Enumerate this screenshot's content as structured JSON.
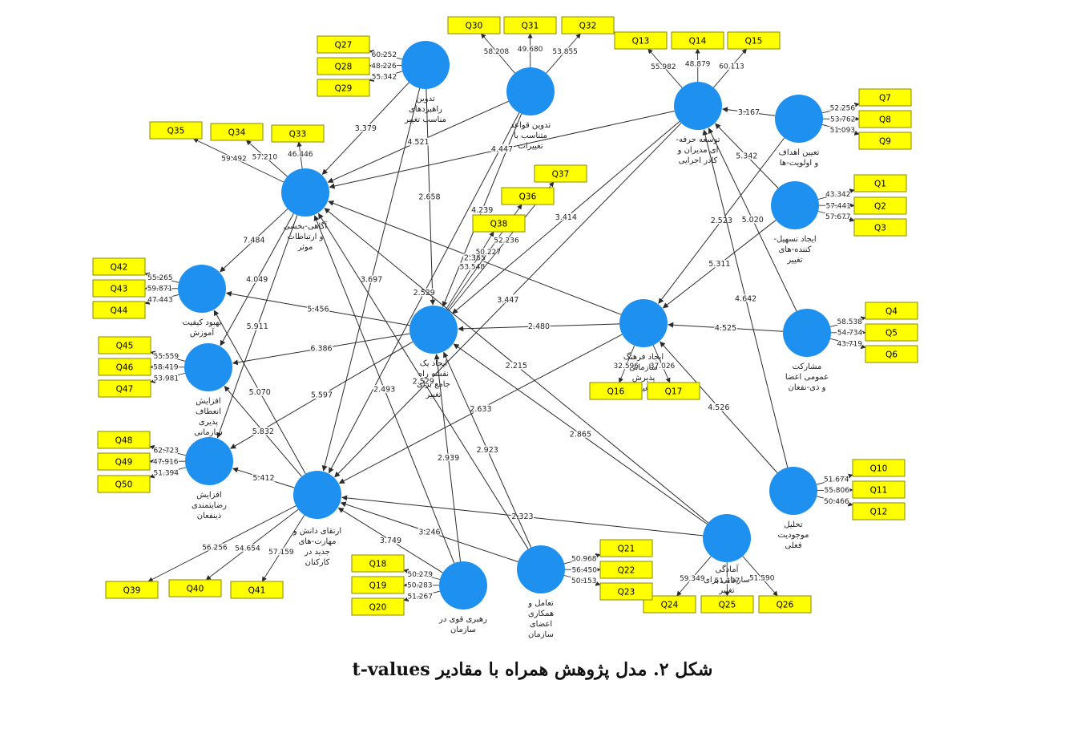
{
  "caption": {
    "text": "شکل ۲. مدل پژوهش همراه با مقادیر",
    "suffix": "t-values"
  },
  "colors": {
    "node": "#1e90f0",
    "indicator_fill": "#ffff00",
    "indicator_border": "#8a8a00",
    "edge": "#2b2b2b"
  },
  "constructs": [
    {
      "id": "C1",
      "label": [
        "تدوین",
        "راهبردهای",
        "مناسب تغییر"
      ]
    },
    {
      "id": "C2",
      "label": [
        "تدوین قواعد",
        "متناسب با",
        "تغییرات"
      ]
    },
    {
      "id": "C3",
      "label": [
        "توسعه حرفه-",
        "ای مدیران و",
        "کادر اجرایی"
      ]
    },
    {
      "id": "C4",
      "label": [
        "تعیین اهداف",
        "و اولویت-ها"
      ]
    },
    {
      "id": "C5",
      "label": [
        "ایجاد تسهیل-",
        "کننده-های",
        "تغییر"
      ]
    },
    {
      "id": "C6",
      "label": [
        "آگاهی-بخشی",
        "و ارتباطات",
        "موثر"
      ]
    },
    {
      "id": "C7",
      "label": [
        "بهبود کیفیت",
        "آموزش"
      ]
    },
    {
      "id": "C8",
      "label": [
        "افزایش",
        "انعطاف",
        "پذیری",
        "سازمانی"
      ]
    },
    {
      "id": "C9",
      "label": [
        "افزایش",
        "رضایتمندی",
        "ذینفعان"
      ]
    },
    {
      "id": "C10",
      "label": [
        "ایجاد یک",
        "نقشه راه",
        "جامع برای",
        "تغییر"
      ]
    },
    {
      "id": "C11",
      "label": [
        "ایجاد فرهنگ",
        "سازمانی",
        "پذیرش",
        "تغییر"
      ]
    },
    {
      "id": "C12",
      "label": [
        "مشارکت",
        "عمومی اعضا",
        "و ذی-نفعان"
      ]
    },
    {
      "id": "C13",
      "label": [
        "تحلیل",
        "موجودیت",
        "فعلی"
      ]
    },
    {
      "id": "C14",
      "label": [
        "آمادگی",
        "سازمانی برای",
        "تغییر"
      ]
    },
    {
      "id": "C15",
      "label": [
        "ارتقای دانش و",
        "مهارت-های",
        "جدید در",
        "کارکنان"
      ]
    },
    {
      "id": "C16",
      "label": [
        "تعامل و",
        "همکاری",
        "اعضای",
        "سازمان"
      ]
    },
    {
      "id": "C17",
      "label": [
        "رهبری قوی در",
        "سازمان"
      ]
    }
  ],
  "indicators": [
    {
      "from": "C1",
      "label": "Q27",
      "t": "60.252"
    },
    {
      "from": "C1",
      "label": "Q28",
      "t": "48.226"
    },
    {
      "from": "C1",
      "label": "Q29",
      "t": "55.342"
    },
    {
      "from": "C2",
      "label": "Q30",
      "t": "58.208"
    },
    {
      "from": "C2",
      "label": "Q31",
      "t": "49.680"
    },
    {
      "from": "C2",
      "label": "Q32",
      "t": "53.855"
    },
    {
      "from": "C3",
      "label": "Q13",
      "t": "55.982"
    },
    {
      "from": "C3",
      "label": "Q14",
      "t": "48.879"
    },
    {
      "from": "C3",
      "label": "Q15",
      "t": "60.113"
    },
    {
      "from": "C4",
      "label": "Q7",
      "t": "52.256"
    },
    {
      "from": "C4",
      "label": "Q8",
      "t": "53.762"
    },
    {
      "from": "C4",
      "label": "Q9",
      "t": "51.093"
    },
    {
      "from": "C5",
      "label": "Q1",
      "t": "43.342"
    },
    {
      "from": "C5",
      "label": "Q2",
      "t": "57.441"
    },
    {
      "from": "C5",
      "label": "Q3",
      "t": "57.677"
    },
    {
      "from": "C6",
      "label": "Q35",
      "t": "59.492"
    },
    {
      "from": "C6",
      "label": "Q34",
      "t": "57.210"
    },
    {
      "from": "C6",
      "label": "Q33",
      "t": "46.446"
    },
    {
      "from": "C7",
      "label": "Q42",
      "t": "55.265"
    },
    {
      "from": "C7",
      "label": "Q43",
      "t": "59.871"
    },
    {
      "from": "C7",
      "label": "Q44",
      "t": "47.443"
    },
    {
      "from": "C8",
      "label": "Q45",
      "t": "55.559"
    },
    {
      "from": "C8",
      "label": "Q46",
      "t": "58.419"
    },
    {
      "from": "C8",
      "label": "Q47",
      "t": "53.981"
    },
    {
      "from": "C9",
      "label": "Q48",
      "t": "62.723"
    },
    {
      "from": "C9",
      "label": "Q49",
      "t": "47.916"
    },
    {
      "from": "C9",
      "label": "Q50",
      "t": "51.394"
    },
    {
      "from": "C10",
      "label": "Q38",
      "t": "53.548"
    },
    {
      "from": "C10",
      "label": "Q36",
      "t": "50.227"
    },
    {
      "from": "C10",
      "label": "Q37",
      "t": "52.236"
    },
    {
      "from": "C11",
      "label": "Q16",
      "t": "32.596"
    },
    {
      "from": "C11",
      "label": "Q17",
      "t": "37.026"
    },
    {
      "from": "C12",
      "label": "Q4",
      "t": "58.538"
    },
    {
      "from": "C12",
      "label": "Q5",
      "t": "54.734"
    },
    {
      "from": "C12",
      "label": "Q6",
      "t": "43.719"
    },
    {
      "from": "C13",
      "label": "Q10",
      "t": "51.674"
    },
    {
      "from": "C13",
      "label": "Q11",
      "t": "55.806"
    },
    {
      "from": "C13",
      "label": "Q12",
      "t": "50.466"
    },
    {
      "from": "C14",
      "label": "Q24",
      "t": "59.349"
    },
    {
      "from": "C14",
      "label": "Q25",
      "t": "51.137"
    },
    {
      "from": "C14",
      "label": "Q26",
      "t": "51.590"
    },
    {
      "from": "C15",
      "label": "Q39",
      "t": "56.256"
    },
    {
      "from": "C15",
      "label": "Q40",
      "t": "54.654"
    },
    {
      "from": "C15",
      "label": "Q41",
      "t": "57.159"
    },
    {
      "from": "C16",
      "label": "Q21",
      "t": "50.968"
    },
    {
      "from": "C16",
      "label": "Q22",
      "t": "56.450"
    },
    {
      "from": "C16",
      "label": "Q23",
      "t": "50.153"
    },
    {
      "from": "C17",
      "label": "Q18",
      "t": "50.279"
    },
    {
      "from": "C17",
      "label": "Q19",
      "t": "50.283"
    },
    {
      "from": "C17",
      "label": "Q20",
      "t": "51.267"
    }
  ],
  "paths": [
    {
      "from": "C1",
      "to": "C6",
      "t": "3.379"
    },
    {
      "from": "C1",
      "to": "C10",
      "t": "2.658"
    },
    {
      "from": "C1",
      "to": "C15",
      "t": "3.697"
    },
    {
      "from": "C2",
      "to": "C6",
      "t": "4.521"
    },
    {
      "from": "C2",
      "to": "C10",
      "t": "4.239"
    },
    {
      "from": "C2",
      "to": "C15",
      "t": "2.529"
    },
    {
      "from": "C3",
      "to": "C6",
      "t": "4.447"
    },
    {
      "from": "C3",
      "to": "C10",
      "t": "3.414"
    },
    {
      "from": "C3",
      "to": "C15",
      "t": "3.447"
    },
    {
      "from": "C4",
      "to": "C3",
      "t": "3.167"
    },
    {
      "from": "C4",
      "to": "C11",
      "t": "2.523"
    },
    {
      "from": "C5",
      "to": "C3",
      "t": "5.342"
    },
    {
      "from": "C5",
      "to": "C11",
      "t": "5.311"
    },
    {
      "from": "C12",
      "to": "C3",
      "t": "5.020"
    },
    {
      "from": "C12",
      "to": "C11",
      "t": "4.525"
    },
    {
      "from": "C13",
      "to": "C3",
      "t": "4.642"
    },
    {
      "from": "C13",
      "to": "C11",
      "t": "4.526"
    },
    {
      "from": "C11",
      "to": "C10",
      "t": "2.480"
    },
    {
      "from": "C11",
      "to": "C6",
      "t": "2.355"
    },
    {
      "from": "C11",
      "to": "C15",
      "t": "2.633"
    },
    {
      "from": "C14",
      "to": "C15",
      "t": "2.323"
    },
    {
      "from": "C14",
      "to": "C6",
      "t": "2.215"
    },
    {
      "from": "C14",
      "to": "C10",
      "t": "2.865"
    },
    {
      "from": "C16",
      "to": "C10",
      "t": "2.923"
    },
    {
      "from": "C16",
      "to": "C15",
      "t": "3.246"
    },
    {
      "from": "C16",
      "to": "C6",
      "t": "2.529"
    },
    {
      "from": "C17",
      "to": "C15",
      "t": "3.749"
    },
    {
      "from": "C17",
      "to": "C10",
      "t": "2.939"
    },
    {
      "from": "C17",
      "to": "C6",
      "t": "2.493"
    },
    {
      "from": "C6",
      "to": "C7",
      "t": "7.484"
    },
    {
      "from": "C6",
      "to": "C8",
      "t": "4.049"
    },
    {
      "from": "C6",
      "to": "C9",
      "t": "5.911"
    },
    {
      "from": "C10",
      "to": "C7",
      "t": "5.456"
    },
    {
      "from": "C10",
      "to": "C8",
      "t": "6.386"
    },
    {
      "from": "C10",
      "to": "C9",
      "t": "5.597"
    },
    {
      "from": "C15",
      "to": "C7",
      "t": "5.070"
    },
    {
      "from": "C15",
      "to": "C8",
      "t": "5.832"
    },
    {
      "from": "C15",
      "to": "C9",
      "t": "5.412"
    }
  ]
}
